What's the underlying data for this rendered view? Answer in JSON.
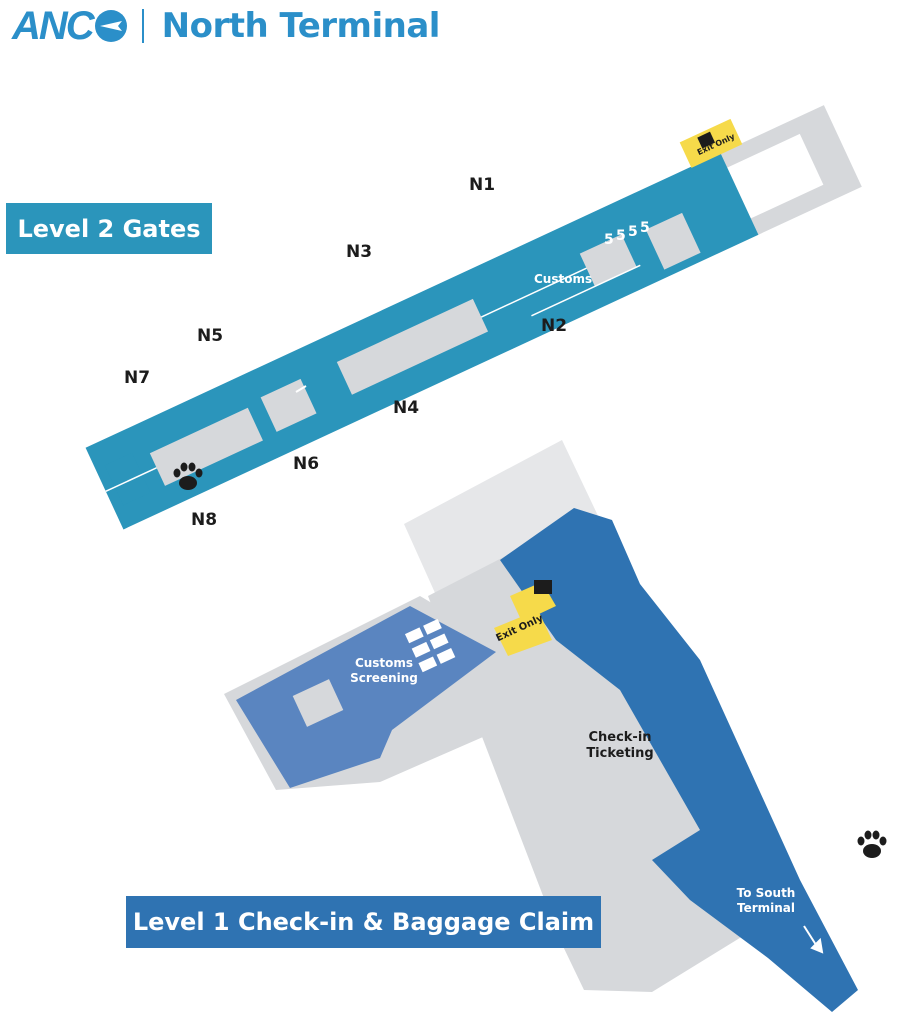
{
  "header": {
    "logo": "ANC",
    "title": "North Terminal"
  },
  "levels": {
    "level2": "Level 2 Gates",
    "level1": "Level 1 Check-in & Baggage Claim"
  },
  "gates": [
    "N1",
    "N2",
    "N3",
    "N4",
    "N5",
    "N6",
    "N7",
    "N8"
  ],
  "labels": {
    "customs": "Customs",
    "exit_only_top": "Exit Only",
    "exit_only_bottom": "Exit Only",
    "customs_screening_1": "Customs",
    "customs_screening_2": "Screening",
    "checkin_1": "Check-in",
    "checkin_2": "Ticketing",
    "south_1": "To South",
    "south_2": "Terminal"
  },
  "icons": [
    "airplane-icon",
    "paw-icon",
    "escalator-icon",
    "restroom-icon",
    "info-desk-icon",
    "arrow-icon"
  ],
  "colors": {
    "level2_blue": "#2b95bb",
    "level1_blue": "#2f73b2",
    "customs_blue": "#5a85c0",
    "gray": "#d6d8db",
    "light_gray": "#e6e7e9",
    "yellow": "#f6da4a"
  }
}
